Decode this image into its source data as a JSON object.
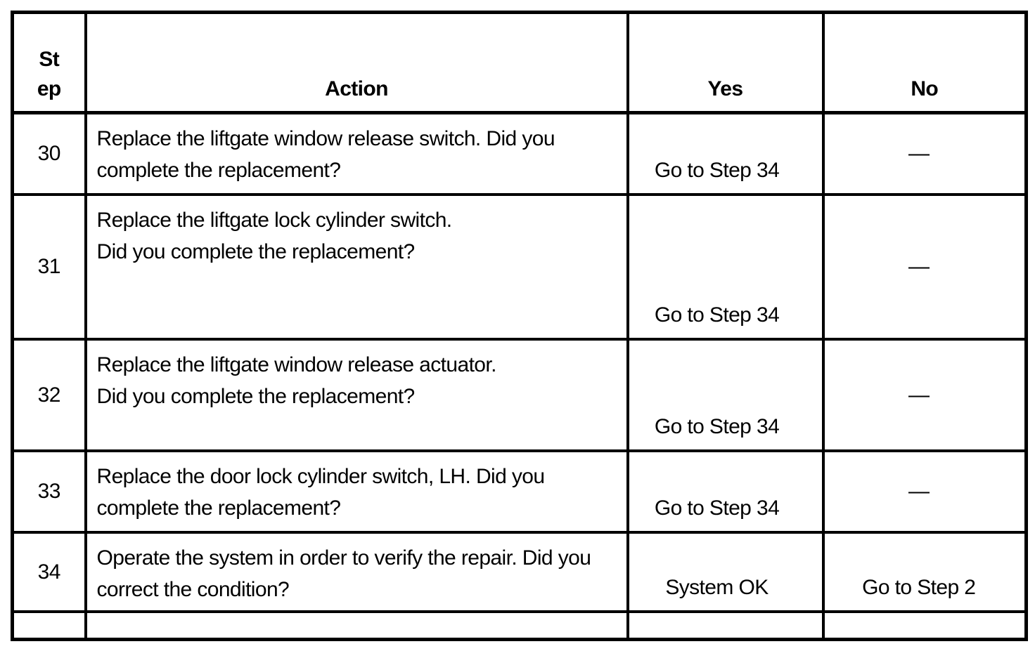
{
  "colors": {
    "border": "#000000",
    "text": "#000000",
    "background": "#ffffff"
  },
  "table": {
    "headers": {
      "step": "St\nep",
      "action": "Action",
      "yes": "Yes",
      "no": "No"
    },
    "rows": [
      {
        "step": "30",
        "action": "Replace the liftgate window release switch. Did you\ncomplete the replacement?",
        "yes": "Go to Step 34",
        "no": "—"
      },
      {
        "step": "31",
        "action": "Replace the liftgate lock cylinder switch.\nDid you complete the replacement?",
        "yes": "Go to Step 34",
        "no": "—"
      },
      {
        "step": "32",
        "action": "Replace the liftgate window release actuator.\nDid you complete the replacement?",
        "yes": "Go to Step 34",
        "no": "—"
      },
      {
        "step": "33",
        "action": "Replace the door lock cylinder switch, LH. Did you\ncomplete the replacement?",
        "yes": "Go to Step 34",
        "no": "—"
      },
      {
        "step": "34",
        "action": "Operate the system in order to verify the repair. Did you\ncorrect the condition?",
        "yes": "System OK",
        "no": "Go to Step 2"
      }
    ]
  }
}
